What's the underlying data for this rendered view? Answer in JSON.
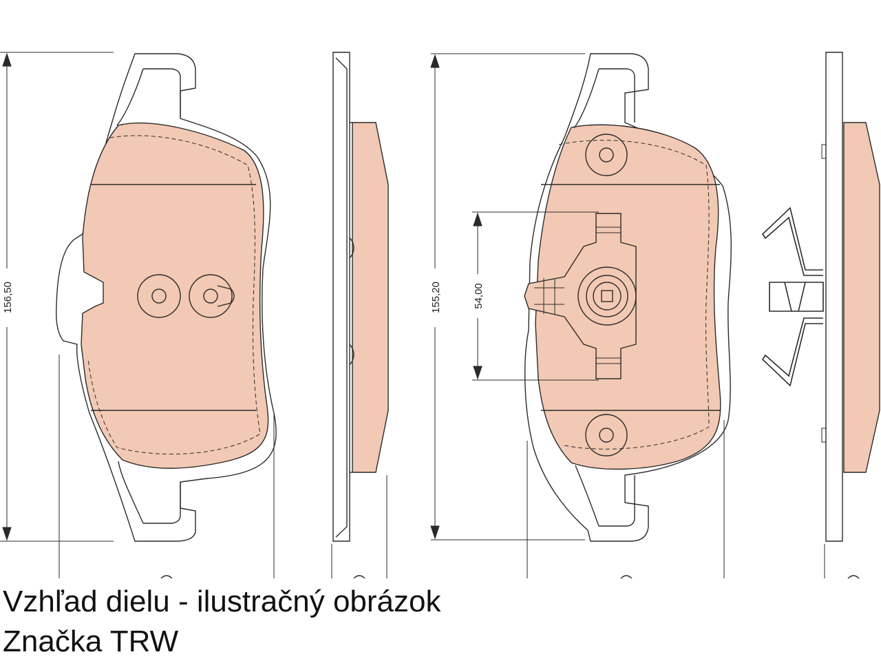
{
  "diagram": {
    "dimensions": {
      "left_height": "156,50",
      "right_height": "155,20",
      "sensor_span": "54,00"
    },
    "colors": {
      "lining": "#f2c9b4",
      "stroke": "#2a2a2a",
      "background": "#ffffff"
    }
  },
  "caption": {
    "line1": "Vzhľad dielu - ilustračný obrázok",
    "line2": "Značka TRW"
  }
}
